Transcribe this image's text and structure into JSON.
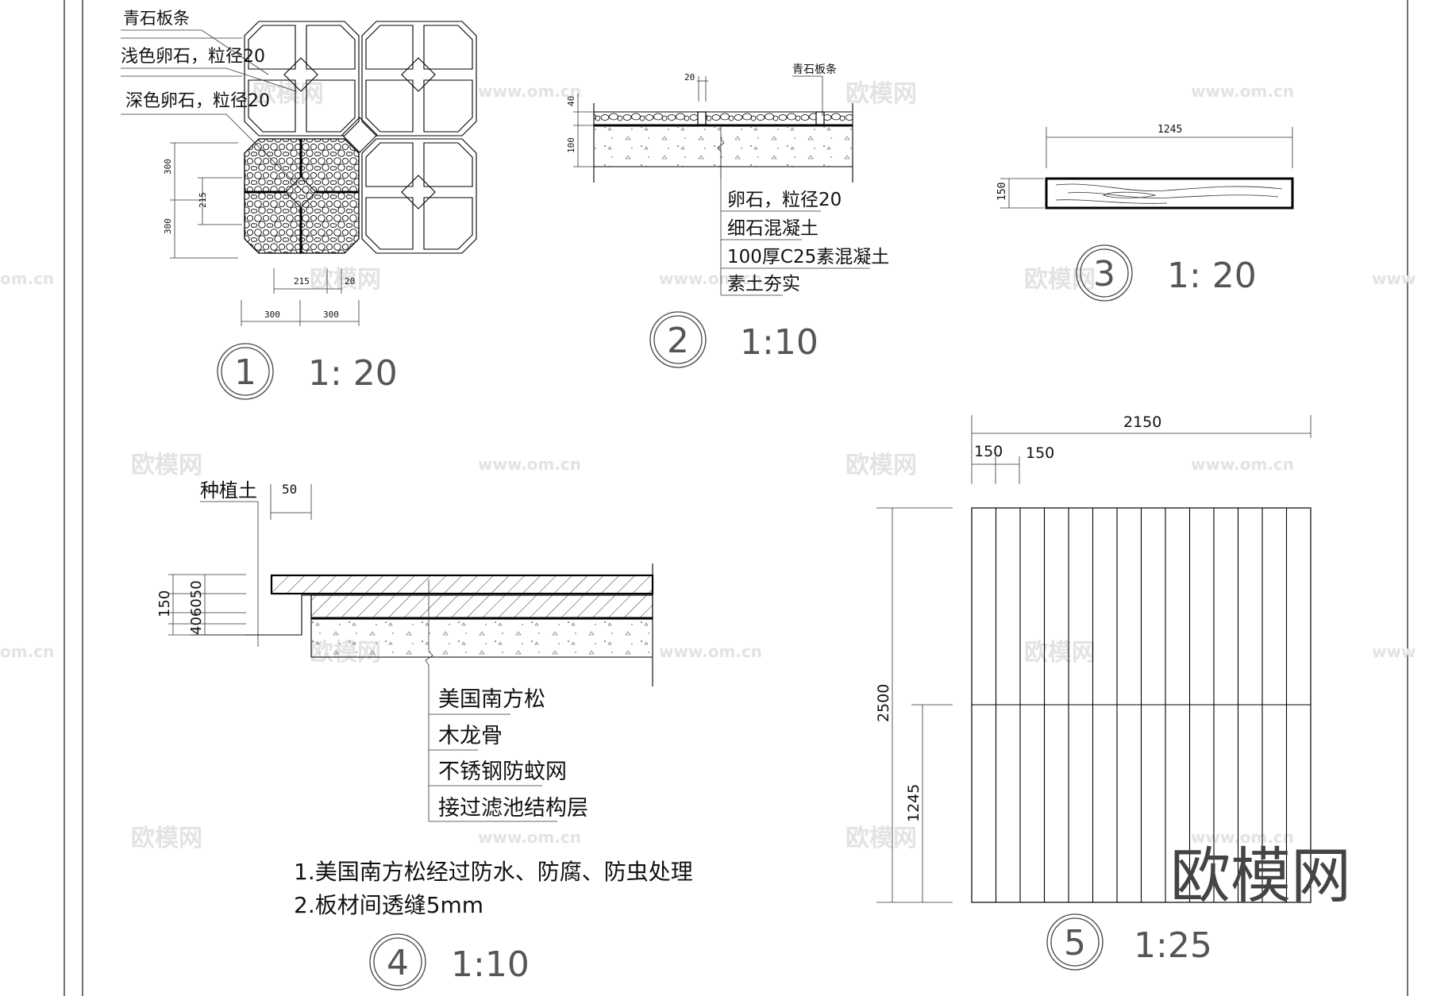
{
  "detail1": {
    "label_bluestone": "青石板条",
    "label_light_pebble": "浅色卵石，粒径20",
    "label_dark_pebble": "深色卵石，粒径20",
    "dims": {
      "d300a": "300",
      "d300b": "300",
      "d215v": "215",
      "d215h": "215",
      "d20": "20",
      "d300c": "300",
      "d300d": "300"
    },
    "number": "1",
    "scale": "1: 20"
  },
  "detail2": {
    "dim_20": "20",
    "dim_40": "40",
    "dim_100": "100",
    "label_bluestone": "青石板条",
    "layers": [
      "卵石，粒径20",
      "细石混凝土",
      "100厚C25素混凝土",
      "素土夯实"
    ],
    "number": "2",
    "scale": "1:10"
  },
  "detail3": {
    "dim_1245": "1245",
    "dim_150": "150",
    "number": "3",
    "scale": "1: 20"
  },
  "detail4": {
    "label_soil": "种植土",
    "dim_50": "50",
    "dim_150": "150",
    "dim_stack": "406050",
    "layers": [
      "美国南方松",
      "木龙骨",
      "不锈钢防蚊网",
      "接过滤池结构层"
    ],
    "notes": [
      "1.美国南方松经过防水、防腐、防虫处理",
      "2.板材间透缝5mm"
    ],
    "number": "4",
    "scale": "1:10"
  },
  "detail5": {
    "dim_2150": "2150",
    "dim_150a": "150",
    "dim_150b": "150",
    "dim_2500": "2500",
    "dim_1245": "1245",
    "number": "5",
    "scale": "1:25"
  },
  "watermarks": {
    "cn": "欧模网",
    "url": "www.om.cn",
    "cn_short": "om.cn",
    "url_short": "www"
  },
  "logo": "欧模网"
}
